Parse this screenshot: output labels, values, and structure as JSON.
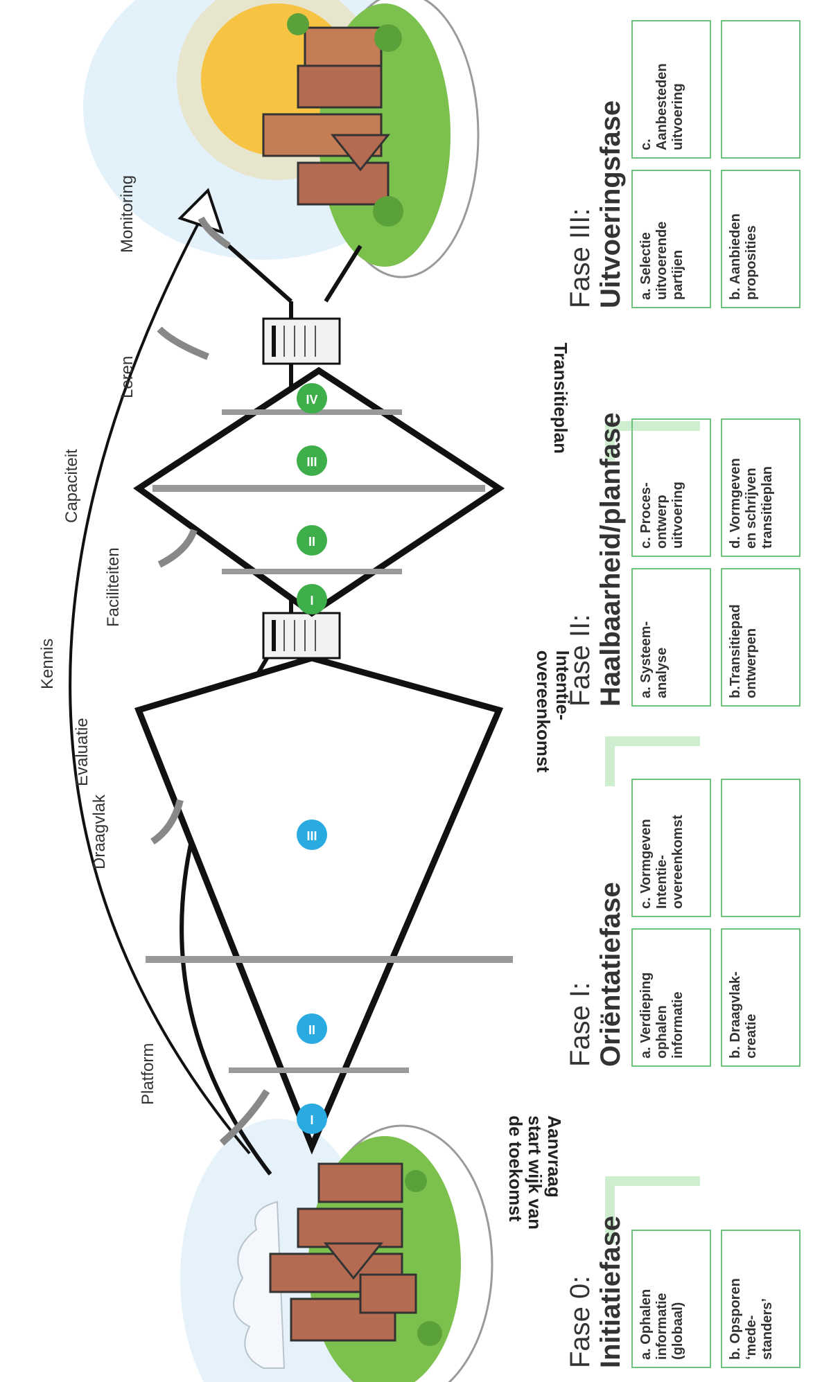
{
  "phases": [
    {
      "num": "Fase 0:",
      "name": "Initiatiefase",
      "boxes": [
        "a. Ophalen\ninformatie\n(globaal)",
        "b. Opsporen\n‘mede-\nstanders’"
      ]
    },
    {
      "num": "Fase I:",
      "name": "Oriëntatiefase",
      "boxes": [
        "a. Verdieping\nophalen\ninformatie",
        "b. Draagvlak-\ncreatie",
        "c. Vormgeven\nIntentie-\novereenkomst",
        ""
      ]
    },
    {
      "num": "Fase II:",
      "name": "Haalbaarheid/planfase",
      "boxes": [
        "a. Systeem-\nanalyse",
        "b.Transitiepad\nontwerpen",
        "c. Proces-\nontwerp\nuitvoering",
        "d. Vormgeven\nen schrijven\ntransitieplan"
      ]
    },
    {
      "num": "Fase III:",
      "name": "Uitvoeringsfase",
      "boxes": [
        "a. Selectie\nuitvoerende\npartijen",
        "b. Aanbieden\nproposities",
        "c.\nAanbesteden\nuitvoering",
        ""
      ]
    }
  ],
  "milestones": {
    "start": "Aanvraag\nstart wijk van\nde toekomst",
    "intent": "Intentie-\novereenkomst",
    "plan": "Transitieplan"
  },
  "keywords": [
    "Platform",
    "Draagvlak",
    "Evaluatie",
    "Kennis",
    "Faciliteiten",
    "Capaciteit",
    "Leren",
    "Monitoring"
  ],
  "steps": [
    "I",
    "II",
    "III",
    "I",
    "II",
    "III",
    "IV"
  ],
  "colors": {
    "box_border": "#6cc27a",
    "step_blue": "#29aae1",
    "step_green": "#3dae49",
    "arrow_green": "#cfeecf",
    "ground": "#7cc04e",
    "building": "#b56a52",
    "sun": "#f6c342"
  }
}
